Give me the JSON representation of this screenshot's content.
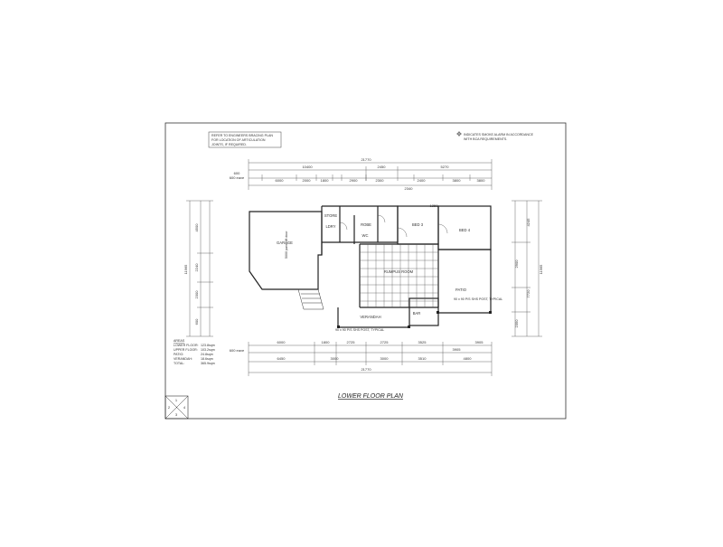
{
  "notes": {
    "engineer": [
      "REFER TO ENGINEERS BRACING PLAN",
      "FOR LOCATION OF ARTICULATION",
      "JOINTS, IF REQUIRED."
    ],
    "smoke": [
      "INDICATES SMOKE ALARM IN ACCORDANCE",
      "WITH BCA REQUIREMENTS."
    ]
  },
  "title": "LOWER FLOOR PLAN",
  "rooms": {
    "garage": "GARAGE",
    "bed3": "BED 3",
    "bed4": "BED 4",
    "rumpus": "RUMPUS ROOM",
    "verandah": "VERANDAH",
    "patio": "PATIO",
    "bar": "BAR",
    "ldry": "LDRY",
    "store": "STORE",
    "wc": "WC",
    "robe": "ROBE"
  },
  "annotations": {
    "posts_left": "90 x 90 P/S SHS POST, TYPICAL",
    "posts_right": "90 x 90 P/S SHS POST, TYPICAL",
    "garage_roller": "5000 panel lift door"
  },
  "areas": {
    "heading": "AREAS",
    "rows": [
      {
        "label": "LOWER FLOOR:",
        "value": "123.8sqm"
      },
      {
        "label": "UPPER FLOOR:",
        "value": "103.2sqm"
      },
      {
        "label": "PATIO:",
        "value": "24.8sqm"
      },
      {
        "label": "VERANDAH:",
        "value": "18.6sqm"
      },
      {
        "label": "TOTAL:",
        "value": "365.9sqm"
      }
    ]
  },
  "dimensions": {
    "top_overall": "21770",
    "top_mid": [
      "10400",
      "2450",
      "5270"
    ],
    "top_detail": [
      "600",
      "6000",
      "2000",
      "1800",
      "2900",
      "2300",
      "2400",
      "3800",
      "3800"
    ],
    "top_small": [
      "2340",
      "1250"
    ],
    "bottom_overall": "21770",
    "bottom_detail": [
      "6450",
      "3000",
      "3000",
      "3510",
      "4800"
    ],
    "bottom_mid": [
      "6000",
      "1800",
      "2725",
      "2725",
      "3525",
      "3905",
      "3905"
    ],
    "left_overall": "11965",
    "left_parts": [
      "4500",
      "2240",
      "2300",
      "600"
    ],
    "right_overall": "11965",
    "right_parts": [
      "7720",
      "4245",
      "2900",
      "2350"
    ],
    "eave_left": "600 eave",
    "eave_bottom": "600 eave"
  },
  "north": {
    "labels": [
      "1",
      "2",
      "3",
      "4"
    ]
  }
}
